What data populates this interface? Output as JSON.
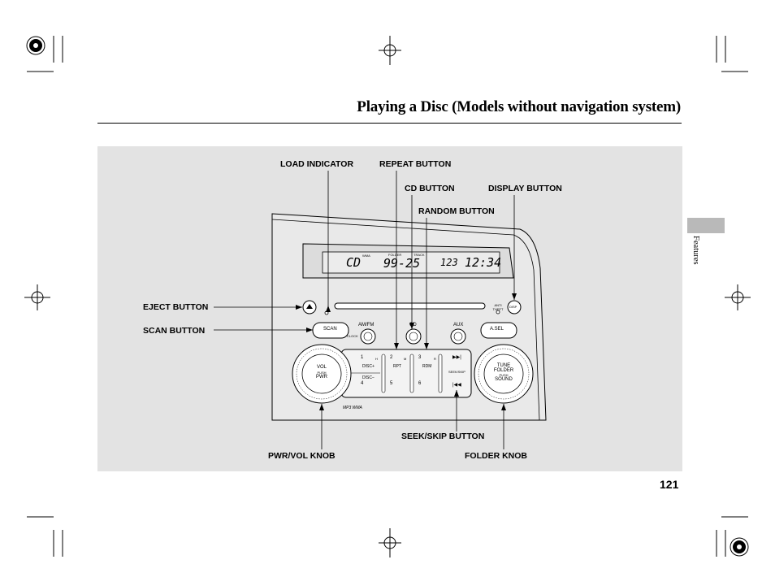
{
  "page": {
    "title": "Playing a Disc (Models without navigation system)",
    "section_tab": "Features",
    "page_number": "121"
  },
  "callouts": {
    "load_indicator": "LOAD INDICATOR",
    "repeat_button": "REPEAT BUTTON",
    "cd_button": "CD BUTTON",
    "display_button": "DISPLAY BUTTON",
    "random_button": "RANDOM BUTTON",
    "eject_button": "EJECT BUTTON",
    "scan_button": "SCAN BUTTON",
    "seek_skip_button": "SEEK/SKIP BUTTON",
    "pwr_vol_knob": "PWR/VOL KNOB",
    "folder_knob": "FOLDER KNOB"
  },
  "radio": {
    "display": {
      "mode": "CD",
      "folder_track": "99-25",
      "badge_wma": "WMA",
      "badge_folder": "FOLDER",
      "badge_track": "TRACK",
      "numbers": "123",
      "clock": "12:34"
    },
    "buttons": {
      "scan": "SCAN",
      "clock": "CLOCK",
      "am_fm": "AM/FM",
      "cd": "CD",
      "aux": "AUX",
      "asel": "A.SEL",
      "disp": "DISP",
      "anti_theft": "ANTI THEFT"
    },
    "presets": [
      {
        "num": "1",
        "sub": "DISC+",
        "mark": "H"
      },
      {
        "num": "2",
        "sub": "RPT",
        "mark": "M"
      },
      {
        "num": "3",
        "sub": "RDM",
        "mark": "R"
      },
      {
        "num": "4",
        "sub": "DISC−",
        "mark": ""
      },
      {
        "num": "5",
        "sub": "",
        "mark": ""
      },
      {
        "num": "6",
        "sub": "",
        "mark": ""
      }
    ],
    "seek_skip_label": "SEEK/SKIP",
    "vol_knob": {
      "line1": "VOL",
      "line2": "PUSH",
      "line3": "PWR"
    },
    "tune_knob": {
      "line1": "TUNE",
      "line2": "FOLDER",
      "line3": "PUSH",
      "line4": "SOUND"
    },
    "format_label": "MP3 WMA"
  }
}
